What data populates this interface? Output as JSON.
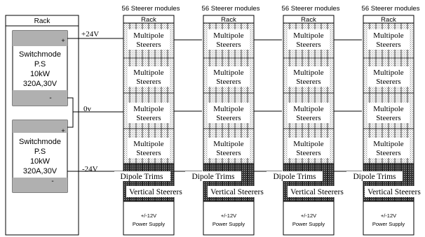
{
  "left_rack": {
    "label": "Rack",
    "supplies": [
      {
        "plus": "+",
        "minus": "-",
        "lines": [
          "Switchmode",
          "P.S",
          "10kW",
          "320A,30V"
        ]
      },
      {
        "plus": "+",
        "minus": "-",
        "lines": [
          "Switchmode",
          "P.S",
          "10kW",
          "320A,30V"
        ]
      }
    ]
  },
  "rails": {
    "pos": "+24V",
    "zero": "0v",
    "neg": "-24V"
  },
  "racks": [
    {
      "header": "56 Steerer modules",
      "label": "Rack",
      "multipole": [
        [
          "Multipole",
          "Steerers"
        ],
        [
          "Multipole",
          "Steerers"
        ],
        [
          "Multipole",
          "Steerers"
        ],
        [
          "Multipole",
          "Steerers"
        ]
      ],
      "dipole": "Dipole Trims",
      "vertical": "Vertical Steerers",
      "psu": [
        "+/-12V",
        "Power Supply"
      ]
    },
    {
      "header": "56 Steerer modules",
      "label": "Rack",
      "multipole": [
        [
          "Multipole",
          "Steerers"
        ],
        [
          "Multipole",
          "Steerers"
        ],
        [
          "Multipole",
          "Steerers"
        ],
        [
          "Multipole",
          "Steerers"
        ]
      ],
      "dipole": "Dipole Trims",
      "vertical": "Vertical Steerers",
      "psu": [
        "+/-12V",
        "Power Supply"
      ]
    },
    {
      "header": "56 Steerer modules",
      "label": "Rack",
      "multipole": [
        [
          "Multipole",
          "Steerers"
        ],
        [
          "Multipole",
          "Steerers"
        ],
        [
          "Multipole",
          "Steerers"
        ],
        [
          "Multipole",
          "Steerers"
        ]
      ],
      "dipole": "Dipole Trims",
      "vertical": "Vertical Steerers",
      "psu": [
        "+/-12V",
        "Power Supply"
      ]
    },
    {
      "header": "56 Steerer modules",
      "label": "Rack",
      "multipole": [
        [
          "Multipole",
          "Steerers"
        ],
        [
          "Multipole",
          "Steerers"
        ],
        [
          "Multipole",
          "Steerers"
        ],
        [
          "Multipole",
          "Steerers"
        ]
      ],
      "dipole": "Dipole Trims",
      "vertical": "Vertical Steerers",
      "psu": [
        "+/-12V",
        "Power Supply"
      ]
    }
  ],
  "colors": {
    "line": "#000000",
    "supply_fill": "#b0b0b0",
    "hatch": "#8a8a8a",
    "dark_block": "#2b2b2b"
  }
}
